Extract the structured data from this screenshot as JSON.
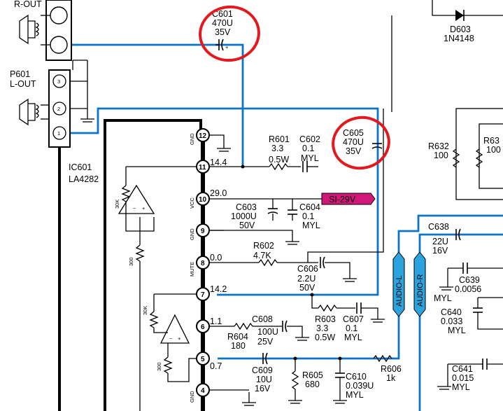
{
  "connectors": {
    "p602_label": "R-OUT",
    "p601_ref": "P601",
    "p601_label": "L-OUT",
    "pins": [
      "3",
      "2",
      "1"
    ]
  },
  "ic": {
    "ref": "IC601",
    "part": "LA4282",
    "pins": [
      "12",
      "11",
      "10",
      "9",
      "8",
      "7",
      "6",
      "5",
      "4"
    ],
    "pin_names": {
      "gnd": "GND",
      "vcc": "VCC",
      "mute": "MUTE"
    },
    "voltages": {
      "v11": "14.4",
      "v10": "29.0",
      "v8": "0.0",
      "v7": "14.2",
      "v6": "1.1",
      "v5": "0.7"
    },
    "internal_resistors": {
      "r_a": "30K",
      "r_b": "300"
    }
  },
  "components": {
    "c601": [
      "C601",
      "470U",
      "35V"
    ],
    "c605": [
      "C605",
      "470U",
      "35V"
    ],
    "r601": [
      "R601",
      "3.3",
      "0.5W"
    ],
    "c602": [
      "C602",
      "0.1",
      "MYL"
    ],
    "c603": [
      "C603",
      "1000U",
      "50V"
    ],
    "c604": [
      "C604",
      "0.1",
      "MYL"
    ],
    "r602": [
      "R602",
      "4.7K"
    ],
    "c606": [
      "C606",
      "2.2U",
      "50V"
    ],
    "r603": [
      "R603",
      "3.3",
      "0.5W"
    ],
    "c607": [
      "C607",
      "0.1",
      "MYL"
    ],
    "c608": [
      "C608",
      "100U",
      "25V"
    ],
    "r604": [
      "R604",
      "180"
    ],
    "c609": [
      "C609",
      "10U",
      "16V"
    ],
    "r605": [
      "R605",
      "680"
    ],
    "c610": [
      "C610",
      "0.039U",
      "MYL"
    ],
    "r606": [
      "R606",
      "1k"
    ],
    "d603": [
      "D603",
      "1N4148"
    ],
    "r632": [
      "R632",
      "100"
    ],
    "r633": [
      "R63",
      "100"
    ],
    "c638": [
      "C638",
      "22U",
      "16V"
    ],
    "c639": [
      "C639",
      "0.0056",
      "MYL"
    ],
    "c640": [
      "C640",
      "0.033",
      "MYL"
    ],
    "c641": [
      "C641",
      "0.015",
      "MYL"
    ]
  },
  "tags": {
    "supply": "SI-29V",
    "audio_l": "AUDIO-L",
    "audio_r": "AUDIO-R"
  },
  "colors": {
    "highlight_circle": "#e3191f",
    "blue_trace": "#0b74c4",
    "supply_tag": "#d1187a",
    "audio_tag": "#2ba3df"
  }
}
